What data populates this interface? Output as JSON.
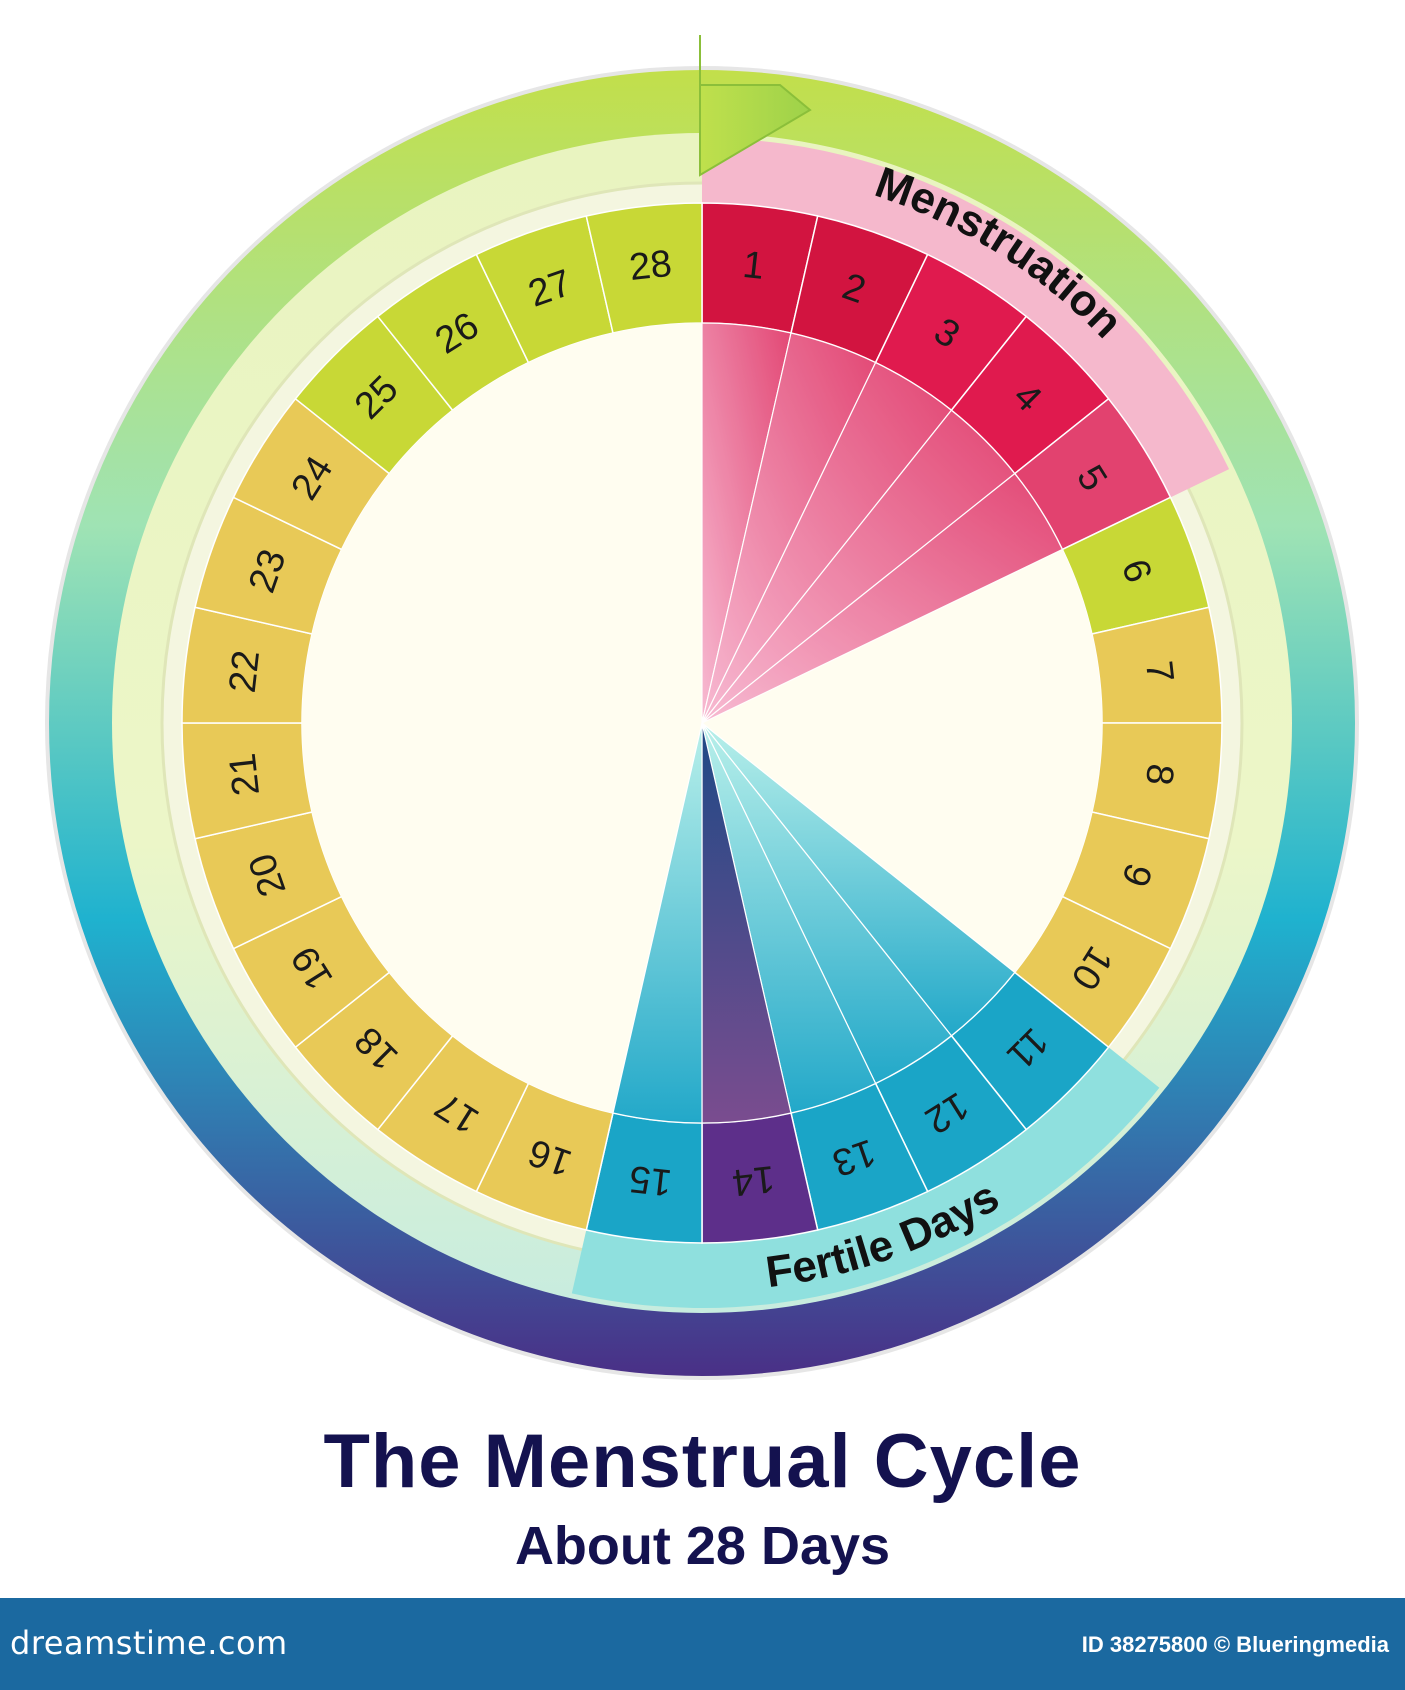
{
  "title": "The Menstrual Cycle",
  "subtitle": "About 28 Days",
  "phases": {
    "menstruation": {
      "label": "Menstruation",
      "days": [
        1,
        2,
        3,
        4,
        5
      ]
    },
    "fertile": {
      "label": "Fertile Days",
      "days": [
        11,
        12,
        13,
        14,
        15
      ]
    }
  },
  "days": [
    "1",
    "2",
    "3",
    "4",
    "5",
    "6",
    "7",
    "8",
    "9",
    "10",
    "11",
    "12",
    "13",
    "14",
    "15",
    "16",
    "17",
    "18",
    "19",
    "20",
    "21",
    "22",
    "23",
    "24",
    "25",
    "26",
    "27",
    "28"
  ],
  "colors": {
    "menstruation": "#d8123f",
    "menstruation_light": "#f5b8cc",
    "fertile": "#1aa5c7",
    "fertile_dark": "#5a3f86",
    "ovulation": "#5d2f8a",
    "regular": "#e8c957",
    "regular_light": "#c8d836",
    "center": "#fffdf0",
    "arrow_green": "#a6d64b",
    "title": "#14124f",
    "footer": "#1b69a0"
  },
  "footer": {
    "brand": "dreamstime.com",
    "id_text": "ID 38275800 © Blueringmedia"
  }
}
